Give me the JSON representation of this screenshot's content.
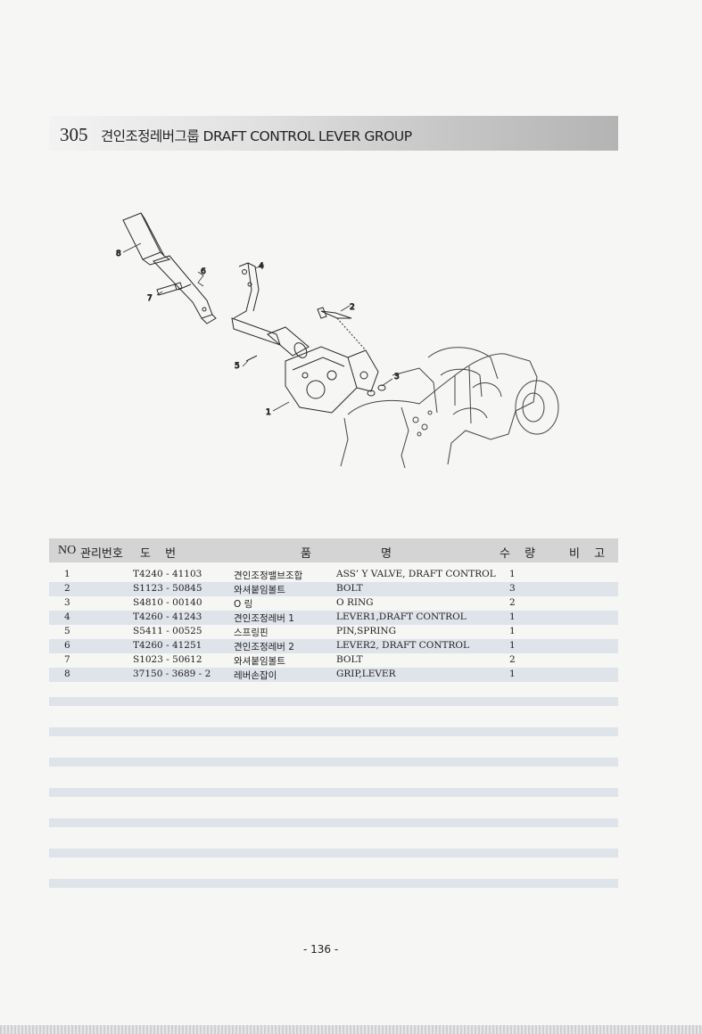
{
  "header": {
    "number": "305",
    "title": "견인조정레버그룹 DRAFT CONTROL LEVER GROUP"
  },
  "diagram": {
    "callouts": [
      "1",
      "2",
      "3",
      "4",
      "5",
      "6",
      "7",
      "8"
    ]
  },
  "table": {
    "headers": {
      "no": "NO",
      "mgmt_no": "관리번호",
      "drawing_no": "도 번",
      "item": "품",
      "name": "명",
      "qty": "수 량",
      "remark": "비 고"
    },
    "rows": [
      {
        "no": "1",
        "part": "T4240 - 41103",
        "name_ko": "견인조정밸브조합",
        "name_en": "ASS’ Y VALVE, DRAFT CONTROL",
        "qty": "1"
      },
      {
        "no": "2",
        "part": "S1123 - 50845",
        "name_ko": "와셔붙임볼트",
        "name_en": "BOLT",
        "qty": "3"
      },
      {
        "no": "3",
        "part": "S4810 - 00140",
        "name_ko": "O 링",
        "name_en": "O RING",
        "qty": "2"
      },
      {
        "no": "4",
        "part": "T4260 - 41243",
        "name_ko": "견인조정레버 1",
        "name_en": "LEVER1,DRAFT CONTROL",
        "qty": "1"
      },
      {
        "no": "5",
        "part": "S5411 - 00525",
        "name_ko": "스프링핀",
        "name_en": "PIN,SPRING",
        "qty": "1"
      },
      {
        "no": "6",
        "part": "T4260 - 41251",
        "name_ko": "견인조정레버 2",
        "name_en": "LEVER2, DRAFT CONTROL",
        "qty": "1"
      },
      {
        "no": "7",
        "part": "S1023 - 50612",
        "name_ko": "와셔붙임볼트",
        "name_en": "BOLT",
        "qty": "2"
      },
      {
        "no": "8",
        "part": "37150 - 3689 - 2",
        "name_ko": "레버손잡이",
        "name_en": "GRIP,LEVER",
        "qty": "1"
      }
    ]
  },
  "footer": {
    "page_number": "- 136 -"
  }
}
